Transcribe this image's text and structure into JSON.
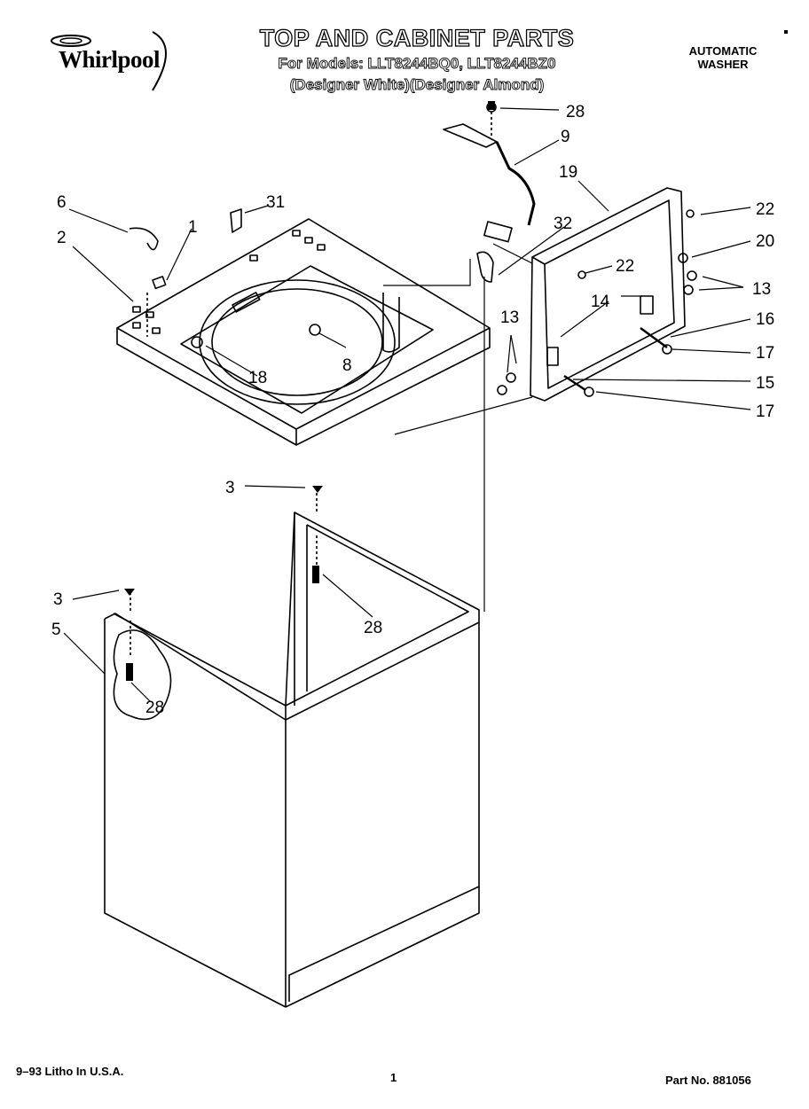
{
  "header": {
    "brand": "Whirlpool",
    "title": "TOP AND CABINET PARTS",
    "subtitle": "For Models: LLT8244BQ0, LLT8244BZ0",
    "subtitle2": "(Designer White)(Designer Almond)",
    "appliance_type_line1": "AUTOMATIC",
    "appliance_type_line2": "WASHER"
  },
  "footer": {
    "litho": "9–93 Litho In U.S.A.",
    "page": "1",
    "part_no": "Part No. 881056"
  },
  "callouts": {
    "c28a": "28",
    "c9": "9",
    "c19": "19",
    "c22a": "22",
    "c20": "20",
    "c22b": "22",
    "c13a": "13",
    "c16": "16",
    "c17a": "17",
    "c15": "15",
    "c17b": "17",
    "c14": "14",
    "c13b": "13",
    "c32": "32",
    "c31": "31",
    "c6": "6",
    "c2": "2",
    "c1": "1",
    "c8": "8",
    "c18": "18",
    "c3a": "3",
    "c28b": "28",
    "c3b": "3",
    "c5": "5",
    "c28c": "28"
  }
}
